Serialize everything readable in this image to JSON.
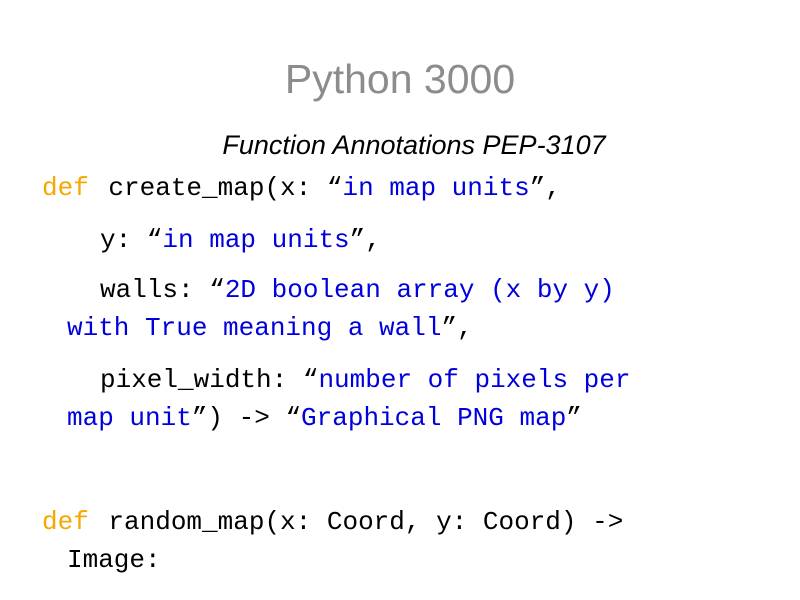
{
  "slide": {
    "title": "Python 3000",
    "subtitle": "Function Annotations PEP-3107"
  },
  "code": {
    "def1_kw": "def",
    "def1_sig": "create_map(x: “",
    "x_annot": "in map units",
    "x_close": "”,",
    "y_open": "y: “",
    "y_annot": "in map units",
    "y_close": "”,",
    "walls_open": "walls: “",
    "walls_annot_1": "2D boolean array (x by y)",
    "walls_annot_2": "with True meaning a wall",
    "walls_close": "”,",
    "pw_open": "pixel_width: “",
    "pw_annot_1": "number of pixels per",
    "pw_annot_2": "map unit",
    "pw_mid": "”) -> “",
    "return_annot": "Graphical PNG map",
    "return_close": "”",
    "def2_kw": "def",
    "def2_sig": "random_map(x: Coord, y: Coord) ->",
    "def2_ret": "Image:"
  },
  "colors": {
    "keyword": "#f5a800",
    "string": "#0000dd",
    "title": "#8c8c8c"
  }
}
